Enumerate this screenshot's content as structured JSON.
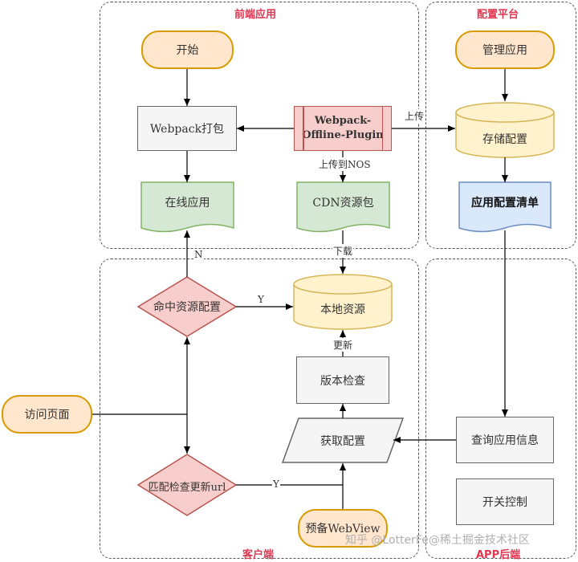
{
  "regions": {
    "frontend": "前端应用",
    "config_platform": "配置平台",
    "client": "客户端",
    "app_backend": "APP后端"
  },
  "nodes": {
    "start": "开始",
    "webpack_build": "Webpack打包",
    "plugin_line1": "Webpack-",
    "plugin_line2": "Offline-Plugin",
    "online_app": "在线应用",
    "cdn_package": "CDN资源包",
    "manage_app": "管理应用",
    "storage_config": "存储配置",
    "app_config_list": "应用配置清单",
    "hit_resource_config": "命中资源配置",
    "local_resource": "本地资源",
    "version_check": "版本检查",
    "get_config": "获取配置",
    "visit_page": "访问页面",
    "match_check_update": "匹配检查更新url",
    "prepare_webview": "预备WebView",
    "query_app_info": "查询应用信息",
    "switch_control": "开关控制"
  },
  "edge_labels": {
    "upload": "上传",
    "upload_to_nos": "上传到NOS",
    "download": "下载",
    "no": "N",
    "yes_local": "Y",
    "update": "更新",
    "yes_match": "Y"
  },
  "watermark": "知乎 @LotterFe@稀土掘金技术社区",
  "colors": {
    "terminal_fill": "#ffe6cc",
    "terminal_stroke": "#d79b00",
    "doc_green_fill": "#d5e8d4",
    "doc_green_stroke": "#82b366",
    "doc_blue_fill": "#dae8fc",
    "doc_blue_stroke": "#6c8ebf",
    "diamond_fill": "#f8cecc",
    "diamond_stroke": "#b85450",
    "cylinder_fill": "#fff2cc",
    "cylinder_stroke": "#d6b656",
    "region_title": "#e0364f"
  }
}
